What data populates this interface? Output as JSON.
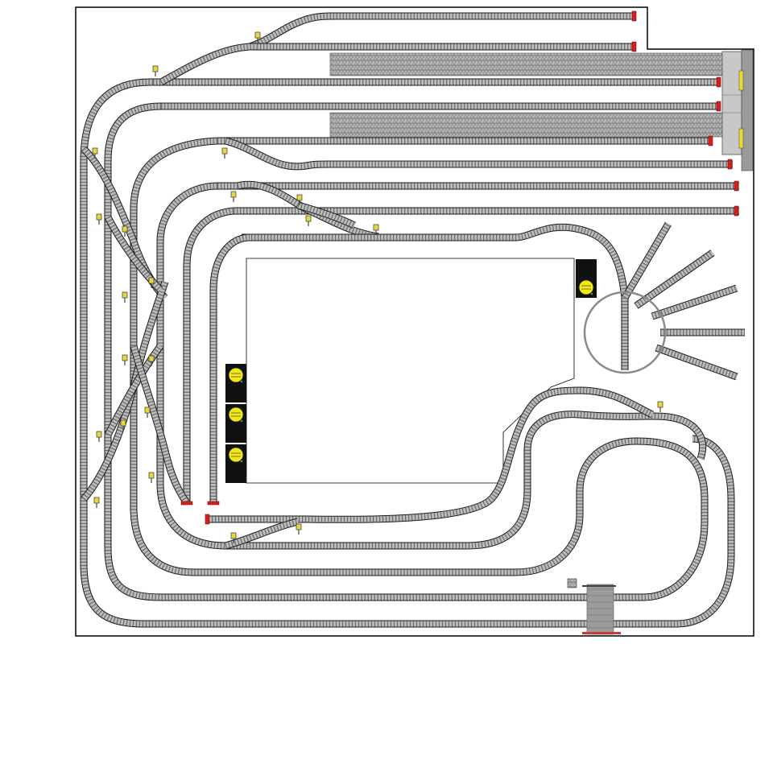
{
  "diagram": {
    "kind": "model railway track plan",
    "background_color": "#ffffff",
    "frame_color": "#000000",
    "colors": {
      "track_bed": "#bdbdbd",
      "track_ties": "#6e6e6e",
      "bumper": "#d62020",
      "switch_marker": "#e8d640",
      "motor_housing": "#111111",
      "motor_dial": "#f2e818",
      "platform_paving": "#a0a0a0",
      "turntable_ring": "#8a8a8a"
    },
    "counts": {
      "station_tracks": 8,
      "turntable_stalls": 5,
      "track_motors": 4,
      "inner_loops": 5
    },
    "features": [
      "station-yard",
      "paved-platforms",
      "station-building",
      "turntable",
      "engine-stalls",
      "switch-markers",
      "track-motors",
      "buffer-stops",
      "level-crossing",
      "loop-tracks"
    ]
  }
}
